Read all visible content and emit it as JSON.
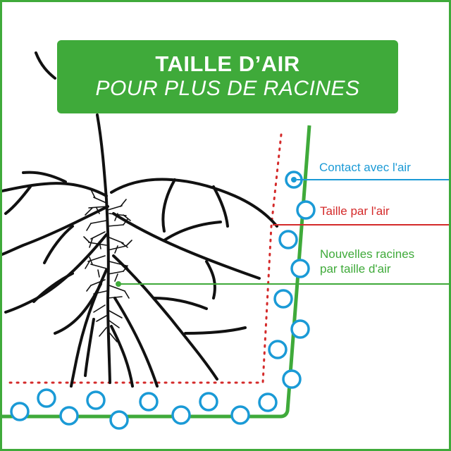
{
  "title": {
    "line1": "TAILLE D’AIR",
    "line2": "POUR PLUS DE RACINES"
  },
  "labels": {
    "air_contact": "Contact avec l'air",
    "air_pruning": "Taille par l'air",
    "new_roots_line1": "Nouvelles racines",
    "new_roots_line2": "par taille d'air"
  },
  "colors": {
    "brand_green": "#3faa3a",
    "air_blue": "#1a9ad6",
    "pruning_red": "#d42a2a",
    "root_black": "#111111"
  }
}
